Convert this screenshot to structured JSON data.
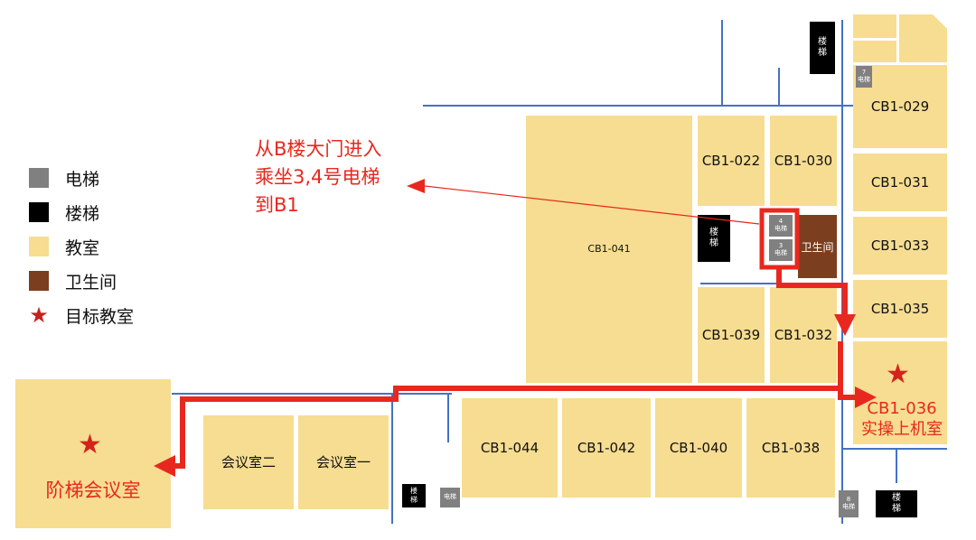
{
  "legend": {
    "items": [
      {
        "label": "电梯",
        "color": "#808080"
      },
      {
        "label": "楼梯",
        "color": "#000000"
      },
      {
        "label": "教室",
        "color": "#f6dd91"
      },
      {
        "label": "卫生间",
        "color": "#7b3f1f"
      },
      {
        "label": "目标教室",
        "icon": "star-icon",
        "color": "#c8201c"
      }
    ]
  },
  "note": {
    "line1": "从B楼大门进入",
    "line2": "乘坐3,4号电梯",
    "line3": "到B1"
  },
  "rooms": {
    "cb1_041": "CB1-041",
    "cb1_022": "CB1-022",
    "cb1_030": "CB1-030",
    "cb1_029": "CB1-029",
    "cb1_031": "CB1-031",
    "cb1_033": "CB1-033",
    "cb1_035": "CB1-035",
    "cb1_039": "CB1-039",
    "cb1_032": "CB1-032",
    "cb1_044": "CB1-044",
    "cb1_042": "CB1-042",
    "cb1_040": "CB1-040",
    "cb1_038": "CB1-038",
    "meeting_2": "会议室二",
    "meeting_1": "会议室一",
    "restroom": "卫生间"
  },
  "stairs": {
    "label": "楼梯"
  },
  "elevators": {
    "label": "电梯",
    "n3": "3",
    "n4": "4",
    "n7": "7",
    "n8": "8"
  },
  "destinations": {
    "lab_code": "CB1-036",
    "lab_name": "实操上机室",
    "hall_name": "阶梯会议室"
  },
  "colors": {
    "route": "#e8281e",
    "classroom": "#f6dd91",
    "wall": "#4472c4"
  }
}
